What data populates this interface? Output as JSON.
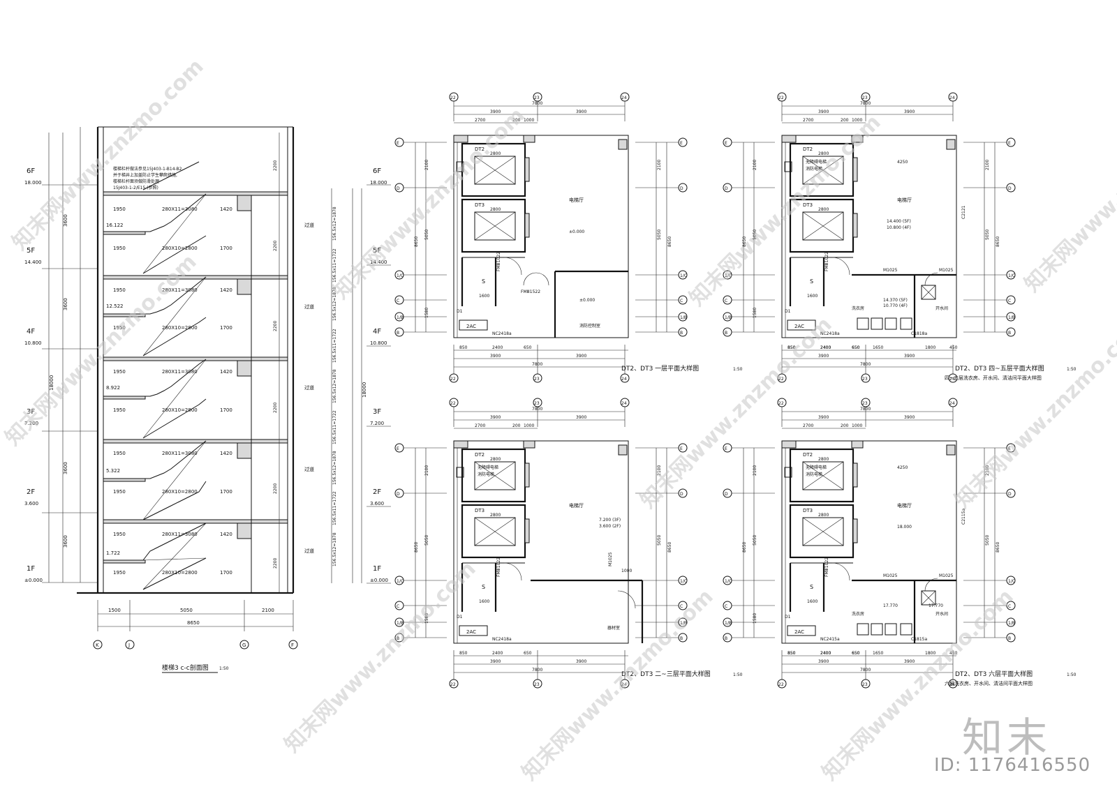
{
  "section": {
    "title": "楼梯3 c-c剖面图",
    "scale": "1:50",
    "floors": [
      {
        "label": "6F",
        "elev": "18.000"
      },
      {
        "label": "5F",
        "elev": "14.400"
      },
      {
        "label": "4F",
        "elev": "10.800"
      },
      {
        "label": "3F",
        "elev": "7.200"
      },
      {
        "label": "2F",
        "elev": "3.600"
      },
      {
        "label": "1F",
        "elev": "±0.000"
      }
    ],
    "landing_elevs": [
      "16.122",
      "12.522",
      "8.922",
      "5.322",
      "1.722"
    ],
    "flight_upper": "280X11=3080",
    "flight_lower": "280X10=2800",
    "run_a": "1950",
    "run_b": "1420",
    "run_c": "1700",
    "height_total": "18000",
    "floor_h": "3600",
    "room_label": "过道",
    "room_h": "2200",
    "risers_a": "156.5x12=1878",
    "risers_b": "156.5x11=1722",
    "bottom_dims": [
      "1500",
      "5050",
      "2100"
    ],
    "bottom_total": "8650",
    "axes": [
      "K",
      "J",
      "G",
      "F"
    ],
    "note_lines": [
      "楼梯栏杆做法参见15J403-1-B14-B2,",
      "并于梯井上加盖防止学生攀爬措施,",
      "楼梯栏杆面须做防滑处理",
      "15J403-1-2/E15 (参照)"
    ]
  },
  "plans": {
    "grid_top": [
      "22",
      "23",
      "24"
    ],
    "grid_side": [
      "E",
      "D",
      "1/C",
      "C",
      "1/B",
      "B"
    ],
    "dim_7800": "7800",
    "dim_3900": "3900",
    "dims_top": [
      "2700",
      "200",
      "1000"
    ],
    "dims_bottom": [
      "850",
      "2400",
      "650"
    ],
    "dims_side": [
      "2100",
      "5050",
      "1580",
      "8650"
    ],
    "dt2": "DT2",
    "dt3": "DT3",
    "lift_size": "2800",
    "lift_notes": [
      "无障碍电梯",
      "消防电梯"
    ],
    "door_fm": "FMⅢ1022",
    "s_label": "S",
    "d1": "D1",
    "lobby": "电梯厅",
    "ac": "2AC",
    "dim_1600": "1600",
    "p1": {
      "title": "DT2、DT3 一层平面大样图",
      "scale": "1:50",
      "elev": "±0.000",
      "elev2": "±0.000",
      "window": "NC2418a",
      "door": "FMⅢ1522",
      "room2": "消防控制室"
    },
    "p2": {
      "title": "DT2、DT3 二~三层平面大样图",
      "scale": "1:50",
      "elev_a": "7.200 (3F)",
      "elev_b": "3.600 (2F)",
      "window": "NC2418a",
      "door": "M1025",
      "room2": "器材室",
      "dim_1000": "1000"
    },
    "p3": {
      "title": "DT2、DT3 四~五层平面大样图",
      "sub": "四~五层洗衣房、开水间、清洁间平面大样图",
      "scale": "1:50",
      "elev_a": "14.400 (5F)",
      "elev_b": "10.800 (4F)",
      "elev_c": "14.370 (5F)",
      "elev_d": "10.770 (4F)",
      "window": "NC2418a",
      "window2": "C1818a",
      "door": "M1025",
      "laundry": "洗衣房",
      "water": "开水间",
      "dims_row": [
        "850",
        "2400",
        "650",
        "1650",
        "1800",
        "450"
      ],
      "dim_4250": "4250",
      "side_win": "C2121"
    },
    "p4": {
      "title": "DT2、DT3 六层平面大样图",
      "sub": "六层洗衣房、开水间、清洁间平面大样图",
      "scale": "1:50",
      "elev_a": "18.000",
      "elev_c": "17.770",
      "window": "NC2415a",
      "window2": "C1815a",
      "door": "M1025",
      "laundry": "洗衣房",
      "water": "开水间",
      "dims_row": [
        "850",
        "2400",
        "650",
        "1650",
        "1800",
        "450"
      ],
      "dim_4250": "4250",
      "side_win": "C2115a"
    }
  },
  "watermark": {
    "text": "znzmo.com",
    "cn": "知末网www.znzmo.com",
    "brand": "知末",
    "id": "ID: 1176416550"
  }
}
